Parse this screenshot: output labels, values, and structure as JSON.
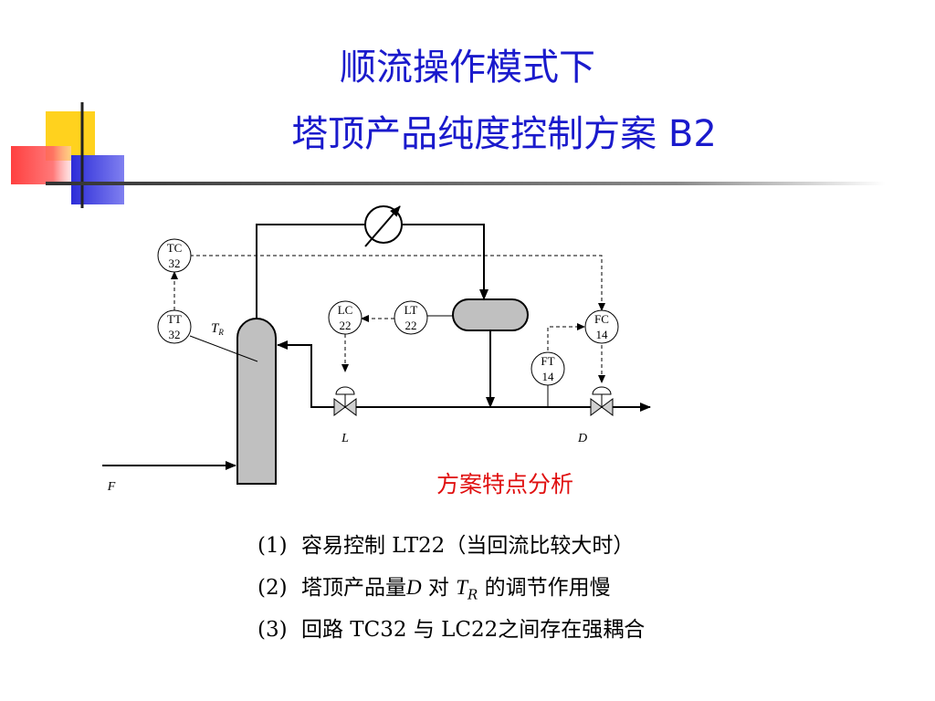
{
  "slide": {
    "title_line1": "顺流操作模式下",
    "title_line2": "塔顶产品纯度控制方案 B2",
    "caption": "方案特点分析"
  },
  "diagram": {
    "instruments": [
      {
        "id": "tc32",
        "code": "TC",
        "num": "32"
      },
      {
        "id": "tt32",
        "code": "TT",
        "num": "32"
      },
      {
        "id": "lc22",
        "code": "LC",
        "num": "22"
      },
      {
        "id": "lt22",
        "code": "LT",
        "num": "22"
      },
      {
        "id": "fc14",
        "code": "FC",
        "num": "14"
      },
      {
        "id": "ft14",
        "code": "FT",
        "num": "14"
      }
    ],
    "labels": {
      "tr_main": "T",
      "tr_sub": "R",
      "stream_l": "L",
      "stream_d": "D",
      "stream_f": "F"
    }
  },
  "notes": [
    {
      "num": "(1)",
      "text": "容易控制 LT22（当回流比较大时）"
    },
    {
      "num": "(2)",
      "pre": "塔顶产品量",
      "var1": "D",
      "mid": " 对 ",
      "var2": "T",
      "var2_sub": "R",
      "post": " 的调节作用慢"
    },
    {
      "num": "(3)",
      "text": "回路 TC32 与 LC22之间存在强耦合"
    }
  ],
  "colors": {
    "title": "#1a1acc",
    "caption": "#e01010",
    "vessel_fill": "#c0c0c0",
    "deco_yellow": "#ffd21e",
    "deco_blue": "#2c2cd8",
    "deco_red": "#ff3a3a"
  }
}
